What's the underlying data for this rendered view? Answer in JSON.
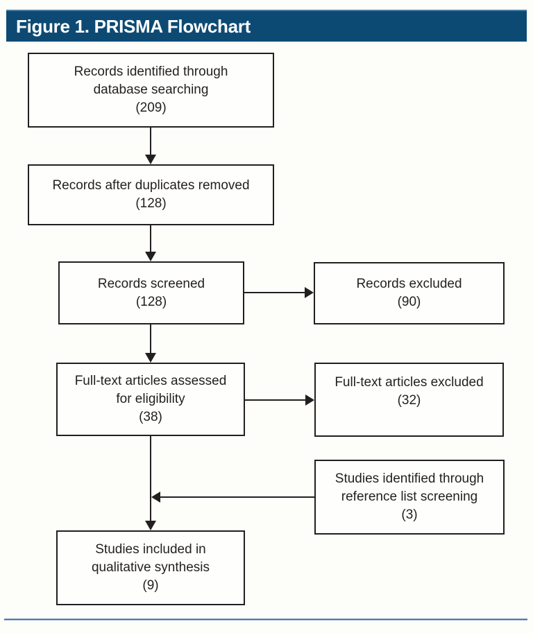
{
  "header": {
    "title": "Figure 1. PRISMA Flowchart"
  },
  "colors": {
    "header_bg": "#0d4a73",
    "header_text": "#ffffff",
    "box_border": "#231f20",
    "text": "#231f20",
    "arrow": "#231f20",
    "bottom_rule": "#36699e",
    "background": "#fdfdf9"
  },
  "boxes": [
    {
      "id": "records-identified",
      "value": 209,
      "lines": [
        "Records identified through",
        "database searching",
        "(209)"
      ]
    },
    {
      "id": "records-after-duplicates",
      "value": 128,
      "lines": [
        "Records after duplicates removed",
        "(128)"
      ]
    },
    {
      "id": "records-screened",
      "value": 128,
      "lines": [
        "Records screened",
        "(128)"
      ]
    },
    {
      "id": "records-excluded",
      "value": 90,
      "lines": [
        "Records excluded",
        "(90)"
      ]
    },
    {
      "id": "fulltext-assessed",
      "value": 38,
      "lines": [
        "Full-text articles assessed",
        "for eligibility",
        "(38)"
      ]
    },
    {
      "id": "fulltext-excluded",
      "value": 32,
      "lines": [
        "Full-text articles excluded",
        "(32)"
      ]
    },
    {
      "id": "reference-list-screening",
      "value": 3,
      "lines": [
        "Studies identified through",
        "reference list screening",
        "(3)"
      ]
    },
    {
      "id": "studies-included",
      "value": 9,
      "lines": [
        "Studies included in",
        "qualitative synthesis",
        "(9)"
      ]
    }
  ],
  "connectors": [
    {
      "from": "records-identified",
      "to": "records-after-duplicates",
      "direction": "down"
    },
    {
      "from": "records-after-duplicates",
      "to": "records-screened",
      "direction": "down"
    },
    {
      "from": "records-screened",
      "to": "records-excluded",
      "direction": "right"
    },
    {
      "from": "records-screened",
      "to": "fulltext-assessed",
      "direction": "down"
    },
    {
      "from": "fulltext-assessed",
      "to": "fulltext-excluded",
      "direction": "right"
    },
    {
      "from": "fulltext-assessed",
      "to": "studies-included",
      "direction": "down"
    },
    {
      "from": "reference-list-screening",
      "to": "studies-included",
      "direction": "left"
    }
  ]
}
